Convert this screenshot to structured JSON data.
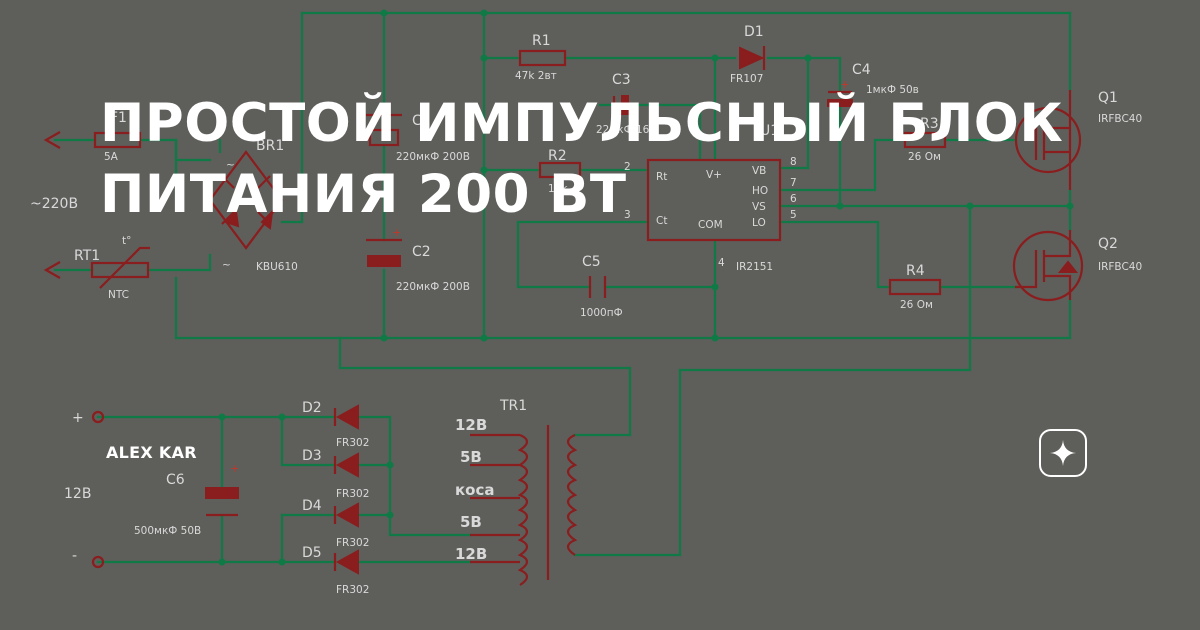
{
  "article": {
    "title": "ПРОСТОЙ ИМПУЛЬСНЫЙ БЛОК ПИТАНИЯ 200 ВТ",
    "author": "ALEX KAR",
    "logo_icon": "zen-star-icon"
  },
  "schematic": {
    "fuse": {
      "ref": "F1",
      "value": "5A"
    },
    "mains": {
      "label": "~220В"
    },
    "bridge": {
      "ref": "BR1",
      "value": "KBU610",
      "ac_mark_top": "~",
      "ac_mark_bottom": "~"
    },
    "ntc": {
      "ref": "RT1",
      "value": "NTC",
      "t_mark": "t°"
    },
    "c1": {
      "ref": "C1",
      "value": "220мкФ 200В"
    },
    "c2": {
      "ref": "C2",
      "value": "220мкФ 200В"
    },
    "r1": {
      "ref": "R1",
      "value": "47k 2вт"
    },
    "c3": {
      "ref": "C3",
      "value": "22мкФ 16В"
    },
    "d1": {
      "ref": "D1",
      "value": "FR107"
    },
    "c4": {
      "ref": "C4",
      "value": "1мкФ 50в"
    },
    "r2": {
      "ref": "R2",
      "value": "10k"
    },
    "ic": {
      "ref": "U1",
      "value": "IR2151",
      "pins": {
        "rt": "Rt",
        "ct": "Ct",
        "vplus": "V+",
        "com": "COM",
        "vb": "VB",
        "ho": "HO",
        "vs": "VS",
        "lo": "LO"
      },
      "pin_numbers": {
        "p2": "2",
        "p3": "3",
        "p4": "4",
        "p5": "5",
        "p6": "6",
        "p7": "7",
        "p8": "8"
      }
    },
    "c5": {
      "ref": "C5",
      "value": "1000пФ"
    },
    "r3": {
      "ref": "R3",
      "value": "26 Ом"
    },
    "r4": {
      "ref": "R4",
      "value": "26 Ом"
    },
    "q1": {
      "ref": "Q1",
      "value": "IRFBC40"
    },
    "q2": {
      "ref": "Q2",
      "value": "IRFBC40"
    },
    "output": {
      "plus": "+",
      "minus": "-",
      "voltage": "12В"
    },
    "c6": {
      "ref": "C6",
      "value": "500мкФ 50В"
    },
    "diodes": [
      {
        "ref": "D2",
        "value": "FR302"
      },
      {
        "ref": "D3",
        "value": "FR302"
      },
      {
        "ref": "D4",
        "value": "FR302"
      },
      {
        "ref": "D5",
        "value": "FR302"
      }
    ],
    "transformer": {
      "ref": "TR1",
      "taps": [
        "12В",
        "5В",
        "коса",
        "5В",
        "12В"
      ]
    },
    "polarity": "+"
  }
}
